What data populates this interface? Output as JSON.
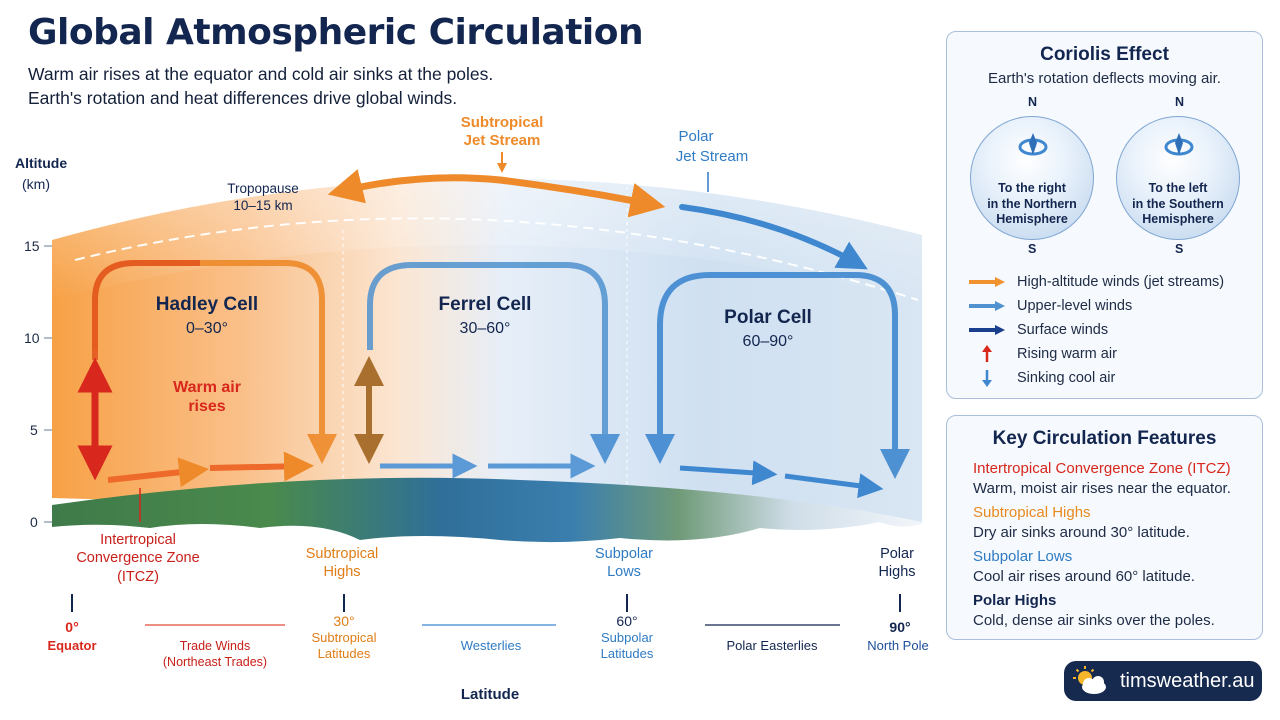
{
  "header": {
    "title": "Global Atmospheric Circulation",
    "subtitle_line1": "Warm air rises at the equator and cold air sinks at the poles.",
    "subtitle_line2": "Earth's rotation and heat differences drive global winds."
  },
  "axis": {
    "y_label_line1": "Altitude",
    "y_label_line2": "(km)",
    "y_ticks": [
      "15",
      "10",
      "5",
      "0"
    ],
    "x_label": "Latitude"
  },
  "atmosphere": {
    "tropopause_line1": "Tropopause",
    "tropopause_line2": "10–15 km",
    "subtropical_jet_line1": "Subtropical",
    "subtropical_jet_line2": "Jet Stream",
    "polar_jet_line1": "Polar",
    "polar_jet_line2": "Jet Stream"
  },
  "cells": [
    {
      "name": "Hadley Cell",
      "range": "0–30°"
    },
    {
      "name": "Ferrel Cell",
      "range": "30–60°"
    },
    {
      "name": "Polar Cell",
      "range": "60–90°"
    }
  ],
  "warm_air_line1": "Warm air",
  "warm_air_line2": "rises",
  "surface_zones": {
    "itcz_line1": "Intertropical",
    "itcz_line2": "Convergence Zone",
    "itcz_line3": "(ITCZ)",
    "subtropical_highs_line1": "Subtropical",
    "subtropical_highs_line2": "Highs",
    "subpolar_lows_line1": "Subpolar",
    "subpolar_lows_line2": "Lows",
    "polar_highs_line1": "Polar",
    "polar_highs_line2": "Highs"
  },
  "latitudes": [
    {
      "deg": "0°",
      "line1": "Equator",
      "line2": ""
    },
    {
      "deg": "30°",
      "line1": "Subtropical",
      "line2": "Latitudes"
    },
    {
      "deg": "60°",
      "line1": "Subpolar",
      "line2": "Latitudes"
    },
    {
      "deg": "90°",
      "line1": "North Pole",
      "line2": ""
    }
  ],
  "wind_belts": {
    "trade_line1": "Trade Winds",
    "trade_line2": "(Northeast Trades)",
    "westerlies": "Westerlies",
    "polar_easterlies": "Polar Easterlies"
  },
  "coriolis": {
    "title": "Coriolis Effect",
    "subtitle": "Earth's rotation deflects moving air.",
    "north_label": "N",
    "south_label": "S",
    "northern": {
      "line1": "To the right",
      "line2": "in the Northern",
      "line3": "Hemisphere"
    },
    "southern": {
      "line1": "To the left",
      "line2": "in the Southern",
      "line3": "Hemisphere"
    },
    "legend": [
      {
        "label": "High-altitude winds (jet streams)",
        "color": "#f0922e",
        "kind": "arrow"
      },
      {
        "label": "Upper-level winds",
        "color": "#4f92cf",
        "kind": "arrow"
      },
      {
        "label": "Surface winds",
        "color": "#1b3f8f",
        "kind": "arrow"
      },
      {
        "label": "Rising warm air",
        "color": "#d8271c",
        "kind": "up"
      },
      {
        "label": "Sinking cool air",
        "color": "#3f88d0",
        "kind": "down"
      }
    ]
  },
  "features": {
    "title": "Key Circulation Features",
    "items": [
      {
        "heading": "Intertropical Convergence Zone (ITCZ)",
        "desc": "Warm, moist air rises near the equator.",
        "color": "#d8271c"
      },
      {
        "heading": "Subtropical Highs",
        "desc": "Dry air sinks around 30° latitude.",
        "color": "#e88a1e"
      },
      {
        "heading": "Subpolar Lows",
        "desc": "Cool air rises around 60° latitude.",
        "color": "#2f7bc4"
      },
      {
        "heading": "Polar Highs",
        "desc": "Cold, dense air sinks over the poles.",
        "color": "#13264f"
      }
    ]
  },
  "brand": {
    "text": "timsweather.au"
  },
  "colors": {
    "warm": "#d8271c",
    "orange": "#f0922e",
    "blue": "#2f7bc4",
    "navy": "#13264f"
  }
}
